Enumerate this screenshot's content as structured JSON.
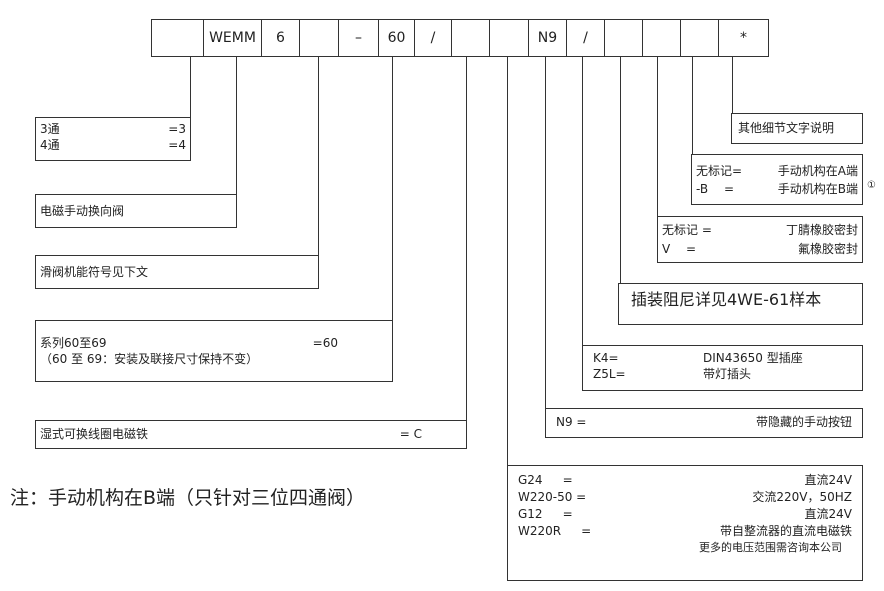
{
  "code_cells": [
    "",
    "WEMM",
    "6",
    "",
    "–",
    "60",
    "/",
    "",
    "",
    "N9",
    "/",
    "",
    "",
    "",
    "*"
  ],
  "ways": {
    "l1": "3通",
    "v1": "=3",
    "l2": "4通",
    "v2": "=4"
  },
  "valve_type": "电磁手动换向阀",
  "spool": "滑阀机能符号见下文",
  "series": {
    "l1": "系列60至69",
    "v1": "=60",
    "l2": "（60 至 69：安装及联接尺寸保持不变）"
  },
  "solenoid": {
    "label": "湿式可换线圈电磁铁",
    "value": "= C"
  },
  "note": "注：手动机构在B端（只针对三位四通阀）",
  "voltage": {
    "rows": [
      [
        "G24",
        "=",
        "直流24V"
      ],
      [
        "W220-50 =",
        "",
        "交流220V，50HZ"
      ],
      [
        "G12",
        "=",
        "直流24V"
      ],
      [
        "W220R",
        "=",
        "带自整流器的直流电磁铁"
      ]
    ],
    "footer": "更多的电压范围需咨询本公司"
  },
  "manual": {
    "code": "N9 =",
    "desc": "带隐藏的手动按钮"
  },
  "plug": {
    "rows": [
      [
        "K4=",
        "DIN43650 型插座"
      ],
      [
        "Z5L=",
        "带灯插头"
      ]
    ]
  },
  "damper": "插装阻尼详见4WE-61样本",
  "seal": {
    "rows": [
      [
        "无标记 =",
        "丁腈橡胶密封"
      ],
      [
        "V　 =",
        "氟橡胶密封"
      ]
    ]
  },
  "position": {
    "rows": [
      [
        "无标记=",
        "手动机构在A端"
      ],
      [
        "-B　 =",
        "手动机构在B端"
      ]
    ],
    "footnote": "①"
  },
  "other": "其他细节文字说明"
}
